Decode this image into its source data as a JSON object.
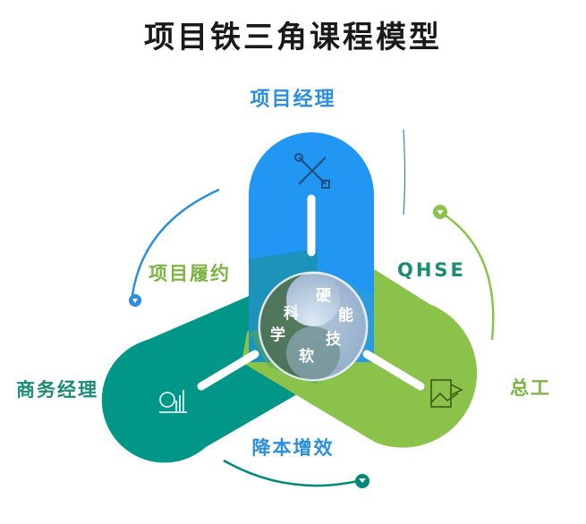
{
  "title": "项目铁三角课程模型",
  "labels": {
    "project_manager": "项目经理",
    "performance": "项目履约",
    "qhse": "QHSE",
    "business_manager": "商务经理",
    "chief_engineer": "总工",
    "cost_reduction": "降本增效"
  },
  "center": {
    "hard_skills": [
      "硬",
      "能",
      "技"
    ],
    "soft_skills": [
      "科",
      "学",
      "软"
    ]
  },
  "colors": {
    "blue": "#2196f3",
    "green_light": "#8bc34a",
    "teal": "#00897b"
  },
  "icons": {
    "top_arm": "tools-icon",
    "left_arm": "chart-growth-icon",
    "right_arm": "flag-landscape-icon"
  }
}
